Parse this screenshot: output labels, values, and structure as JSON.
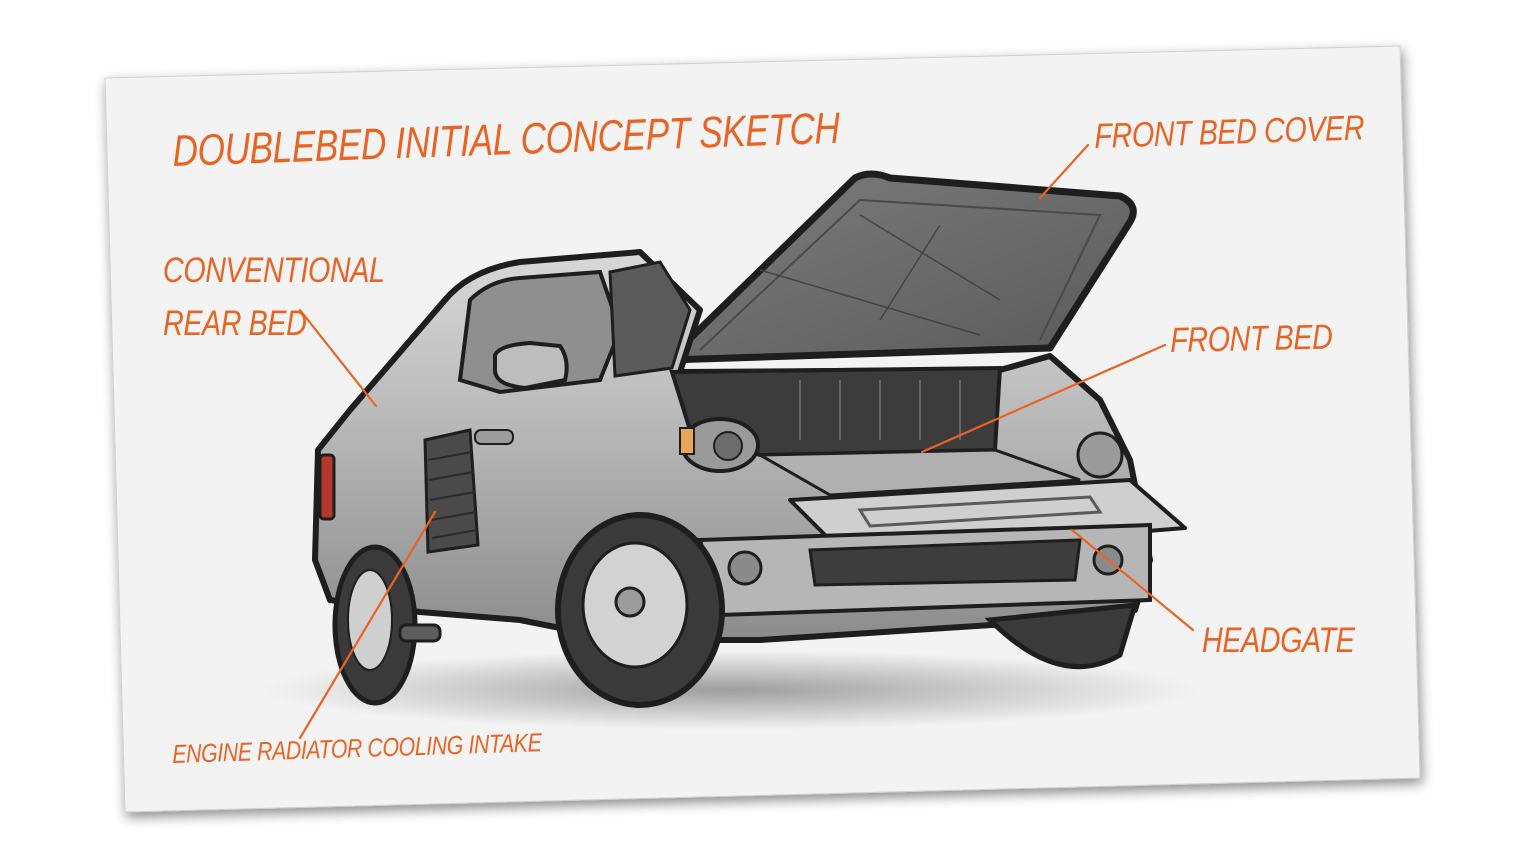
{
  "diagram": {
    "title": "DOUBLEBED INITIAL CONCEPT SKETCH",
    "labels": {
      "front_bed_cover": "FRONT BED COVER",
      "conventional_rear_bed": [
        "CONVENTIONAL",
        "REAR BED"
      ],
      "front_bed": "FRONT BED",
      "headgate": "HEADGATE",
      "engine_radiator_cooling_intake": "ENGINE RADIATOR COOLING INTAKE"
    },
    "colors": {
      "accent": "#e86424",
      "paper": "#f3f3f3",
      "ink": "#1e1e1e",
      "body_gray": "#a9a9a9"
    },
    "illustration": "pickup-truck-sketch"
  }
}
